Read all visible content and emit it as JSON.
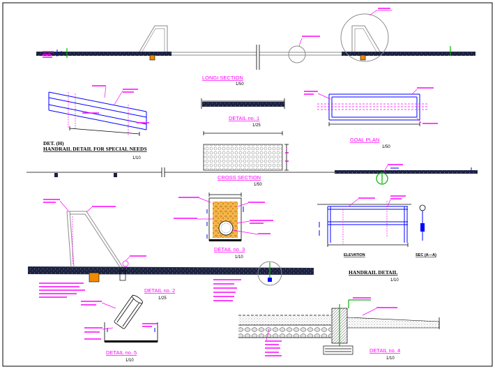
{
  "sheet": {
    "longi_section": {
      "title": "LONGI SECTION",
      "scale": "1/50"
    },
    "detail_1": {
      "title": "DETAIL no. 1",
      "scale": "1/25"
    },
    "goal_plan": {
      "title": "GOAL PLAN",
      "scale": "1/50"
    },
    "handrail_special": {
      "code": "DET. (H)",
      "title": "HANDRAIL DETAIL FOR SPECIAL NEEDS",
      "scale": "1/10"
    },
    "cross_section": {
      "title": "CROSS SECTION",
      "scale": "1/50"
    },
    "detail_3": {
      "title": "DETAIL no. 3",
      "scale": "1/10"
    },
    "detail_2": {
      "title": "DETAIL no. 2",
      "scale": "1/25"
    },
    "handrail_detail": {
      "title": "HANDRAIL DETAIL",
      "scale": "1/10",
      "elevation_label": "ELEVATION",
      "section_label": "SEC (A—A)"
    },
    "detail_5": {
      "title": "DETAIL no. 5",
      "scale": "1/10"
    },
    "detail_4": {
      "title": "DETAIL no. 4",
      "scale": "1/10"
    }
  },
  "colors": {
    "background": "#ffffff",
    "line": "#000000",
    "annotation": "#ff00ff",
    "object": "#0000ff",
    "green": "#00b400",
    "orange": "#f08a00",
    "gray": "#8a8a8a"
  }
}
